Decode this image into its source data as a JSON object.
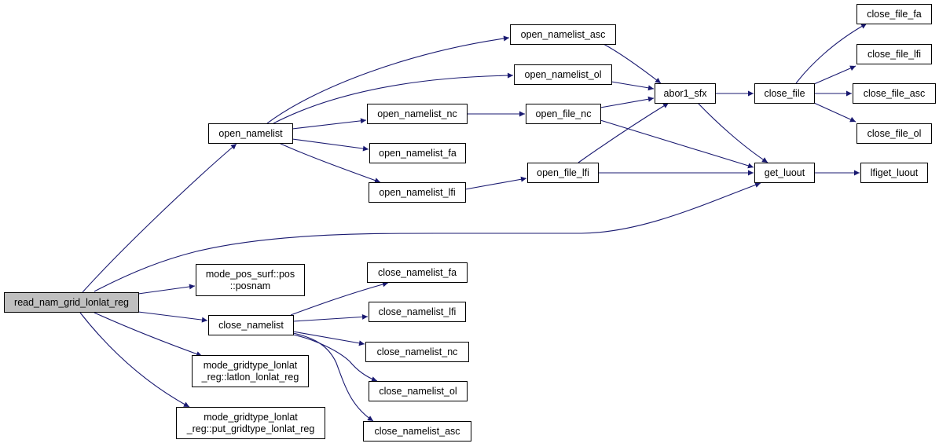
{
  "nodes": {
    "read_nam_grid_lonlat_reg": [
      "read_nam_grid_lonlat_reg"
    ],
    "open_namelist": [
      "open_namelist"
    ],
    "mode_pos_surf_posnam": [
      "mode_pos_surf::pos",
      "::posnam"
    ],
    "close_namelist": [
      "close_namelist"
    ],
    "mode_gridtype_latlon": [
      "mode_gridtype_lonlat",
      "_reg::latlon_lonlat_reg"
    ],
    "mode_gridtype_put": [
      "mode_gridtype_lonlat",
      "_reg::put_gridtype_lonlat_reg"
    ],
    "open_namelist_asc": [
      "open_namelist_asc"
    ],
    "open_namelist_ol": [
      "open_namelist_ol"
    ],
    "open_namelist_nc": [
      "open_namelist_nc"
    ],
    "open_namelist_fa": [
      "open_namelist_fa"
    ],
    "open_namelist_lfi": [
      "open_namelist_lfi"
    ],
    "open_file_nc": [
      "open_file_nc"
    ],
    "open_file_lfi": [
      "open_file_lfi"
    ],
    "abor1_sfx": [
      "abor1_sfx"
    ],
    "close_file": [
      "close_file"
    ],
    "get_luout": [
      "get_luout"
    ],
    "lfiget_luout": [
      "lfiget_luout"
    ],
    "close_file_fa": [
      "close_file_fa"
    ],
    "close_file_lfi": [
      "close_file_lfi"
    ],
    "close_file_asc": [
      "close_file_asc"
    ],
    "close_file_ol": [
      "close_file_ol"
    ],
    "close_namelist_fa": [
      "close_namelist_fa"
    ],
    "close_namelist_lfi": [
      "close_namelist_lfi"
    ],
    "close_namelist_nc": [
      "close_namelist_nc"
    ],
    "close_namelist_ol": [
      "close_namelist_ol"
    ],
    "close_namelist_asc": [
      "close_namelist_asc"
    ]
  },
  "edges": [
    [
      "read_nam_grid_lonlat_reg",
      "open_namelist"
    ],
    [
      "read_nam_grid_lonlat_reg",
      "get_luout"
    ],
    [
      "read_nam_grid_lonlat_reg",
      "mode_pos_surf_posnam"
    ],
    [
      "read_nam_grid_lonlat_reg",
      "close_namelist"
    ],
    [
      "read_nam_grid_lonlat_reg",
      "mode_gridtype_latlon"
    ],
    [
      "read_nam_grid_lonlat_reg",
      "mode_gridtype_put"
    ],
    [
      "open_namelist",
      "open_namelist_asc"
    ],
    [
      "open_namelist",
      "open_namelist_ol"
    ],
    [
      "open_namelist",
      "open_namelist_nc"
    ],
    [
      "open_namelist",
      "open_namelist_fa"
    ],
    [
      "open_namelist",
      "open_namelist_lfi"
    ],
    [
      "open_namelist_asc",
      "abor1_sfx"
    ],
    [
      "open_namelist_ol",
      "abor1_sfx"
    ],
    [
      "open_namelist_nc",
      "open_file_nc"
    ],
    [
      "open_namelist_lfi",
      "open_file_lfi"
    ],
    [
      "open_file_nc",
      "abor1_sfx"
    ],
    [
      "open_file_nc",
      "get_luout"
    ],
    [
      "open_file_lfi",
      "abor1_sfx"
    ],
    [
      "open_file_lfi",
      "get_luout"
    ],
    [
      "abor1_sfx",
      "close_file"
    ],
    [
      "abor1_sfx",
      "get_luout"
    ],
    [
      "close_file",
      "close_file_fa"
    ],
    [
      "close_file",
      "close_file_lfi"
    ],
    [
      "close_file",
      "close_file_asc"
    ],
    [
      "close_file",
      "close_file_ol"
    ],
    [
      "get_luout",
      "lfiget_luout"
    ],
    [
      "close_namelist",
      "close_namelist_fa"
    ],
    [
      "close_namelist",
      "close_namelist_lfi"
    ],
    [
      "close_namelist",
      "close_namelist_nc"
    ],
    [
      "close_namelist",
      "close_namelist_ol"
    ],
    [
      "close_namelist",
      "close_namelist_asc"
    ]
  ],
  "colors": {
    "edge": "#191970",
    "root_fill": "#bfbfbf",
    "node_fill": "#ffffff",
    "node_border": "#000000"
  }
}
